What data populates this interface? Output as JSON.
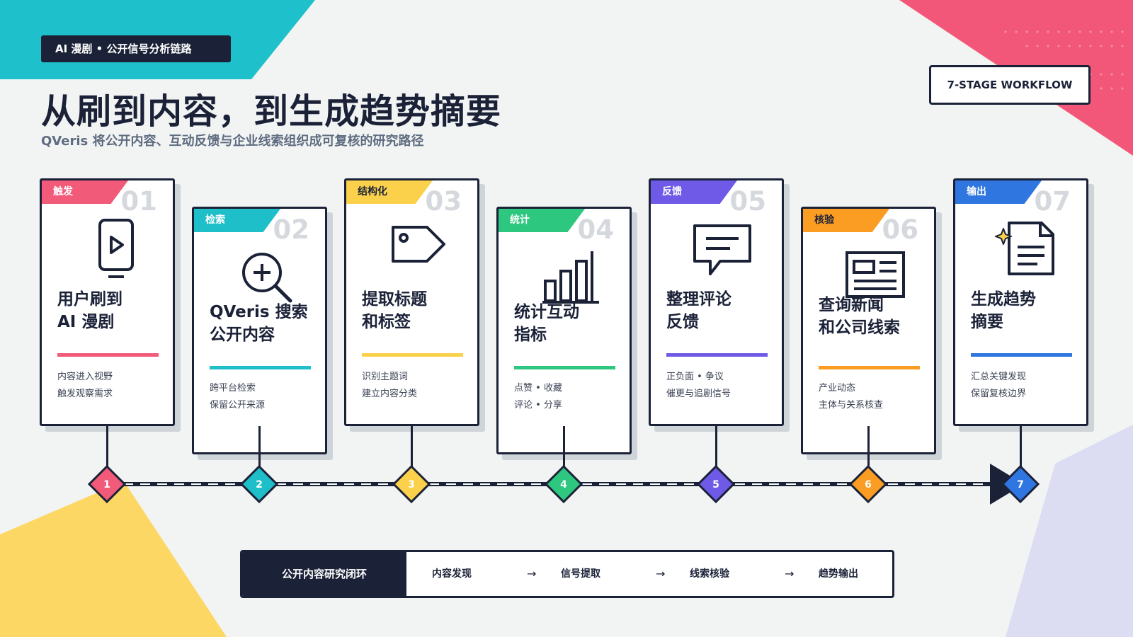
{
  "header": {
    "tag": "AI 漫剧 • 公开信号分析链路",
    "badge": "7-STAGE WORKFLOW",
    "title": "从刷到内容，到生成趋势摘要",
    "subtitle": "QVeris 将公开内容、互动反馈与企业线索组织成可复核的研究路径"
  },
  "stages": [
    {
      "tag": "触发",
      "num": "01",
      "title": [
        "用户刷到",
        "AI 漫剧"
      ],
      "desc": [
        "内容进入视野",
        "触发观察需求"
      ],
      "color": "#f25a7a",
      "icon": "phone-play-icon",
      "marker": "1"
    },
    {
      "tag": "检索",
      "num": "02",
      "title": [
        "QVeris 搜索",
        "公开内容"
      ],
      "desc": [
        "跨平台检索",
        "保留公开来源"
      ],
      "color": "#1fbfc9",
      "icon": "search-plus-icon",
      "marker": "2"
    },
    {
      "tag": "结构化",
      "num": "03",
      "title": [
        "提取标题",
        "和标签"
      ],
      "desc": [
        "识别主题词",
        "建立内容分类"
      ],
      "color": "#fbd14b",
      "icon": "tag-icon",
      "marker": "3"
    },
    {
      "tag": "统计",
      "num": "04",
      "title": [
        "统计互动",
        "指标"
      ],
      "desc": [
        "点赞 • 收藏",
        "评论 • 分享"
      ],
      "color": "#2ec77f",
      "icon": "bar-chart-icon",
      "marker": "4"
    },
    {
      "tag": "反馈",
      "num": "05",
      "title": [
        "整理评论",
        "反馈"
      ],
      "desc": [
        "正负面 • 争议",
        "催更与追剧信号"
      ],
      "color": "#6e5ae6",
      "icon": "comment-icon",
      "marker": "5"
    },
    {
      "tag": "核验",
      "num": "06",
      "title": [
        "查询新闻",
        "和公司线索"
      ],
      "desc": [
        "产业动态",
        "主体与关系核查"
      ],
      "color": "#fb9c23",
      "icon": "newspaper-icon",
      "marker": "6"
    },
    {
      "tag": "输出",
      "num": "07",
      "title": [
        "生成趋势",
        "摘要"
      ],
      "desc": [
        "汇总关键发现",
        "保留复核边界"
      ],
      "color": "#2f76e0",
      "icon": "document-sparkle-icon",
      "marker": "7"
    }
  ],
  "loop": {
    "label": "公开内容研究闭环",
    "steps": [
      "内容发现",
      "信号提取",
      "线索核验",
      "趋势输出"
    ],
    "arrow": "→"
  },
  "colors": {
    "ink": "#1b2238",
    "teal": "#1ec0cb",
    "pink": "#f2577a",
    "yellow": "#fdd764",
    "lavender": "#dcdcf2"
  }
}
